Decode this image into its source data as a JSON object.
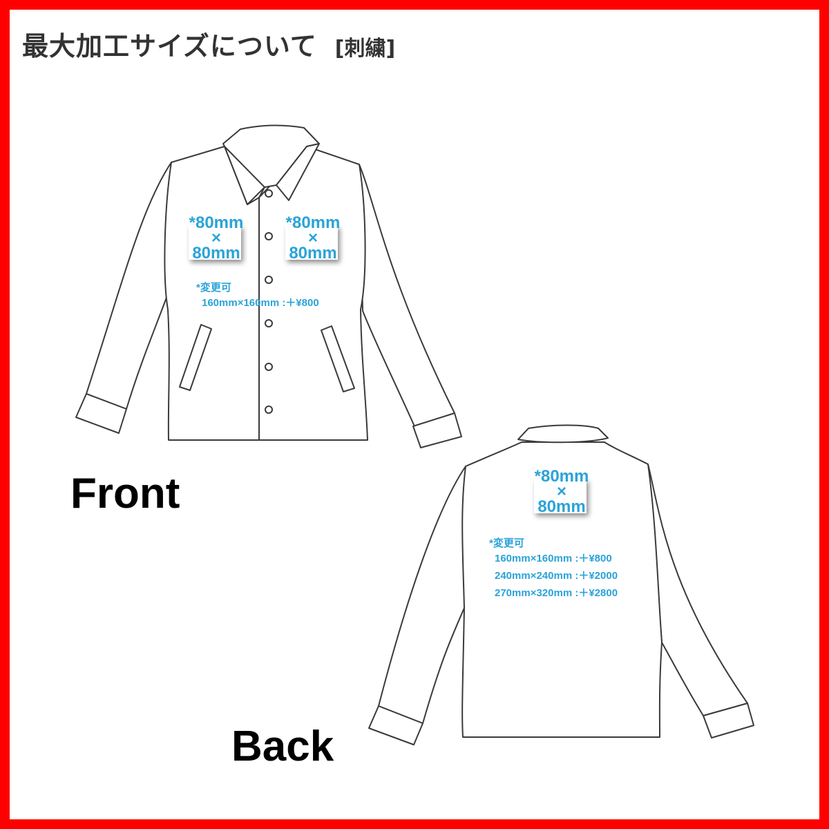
{
  "title": {
    "main": "最大加工サイズについて",
    "tag": "[刺繍]"
  },
  "colors": {
    "frame": "#ff0000",
    "accent": "#2aa3d8",
    "outline": "#3a3a3a",
    "title_text": "#333333"
  },
  "front": {
    "label": "Front",
    "zones": [
      {
        "line1": "*80mm",
        "line2": "×",
        "line3": "80mm"
      },
      {
        "line1": "*80mm",
        "line2": "×",
        "line3": "80mm"
      }
    ],
    "change_note": "*変更可",
    "options": [
      "160mm×160mm :＋¥800"
    ]
  },
  "back": {
    "label": "Back",
    "zone": {
      "line1": "*80mm",
      "line2": "×",
      "line3": "80mm"
    },
    "change_note": "*変更可",
    "options": [
      "160mm×160mm :＋¥800",
      "240mm×240mm :＋¥2000",
      "270mm×320mm :＋¥2800"
    ]
  }
}
